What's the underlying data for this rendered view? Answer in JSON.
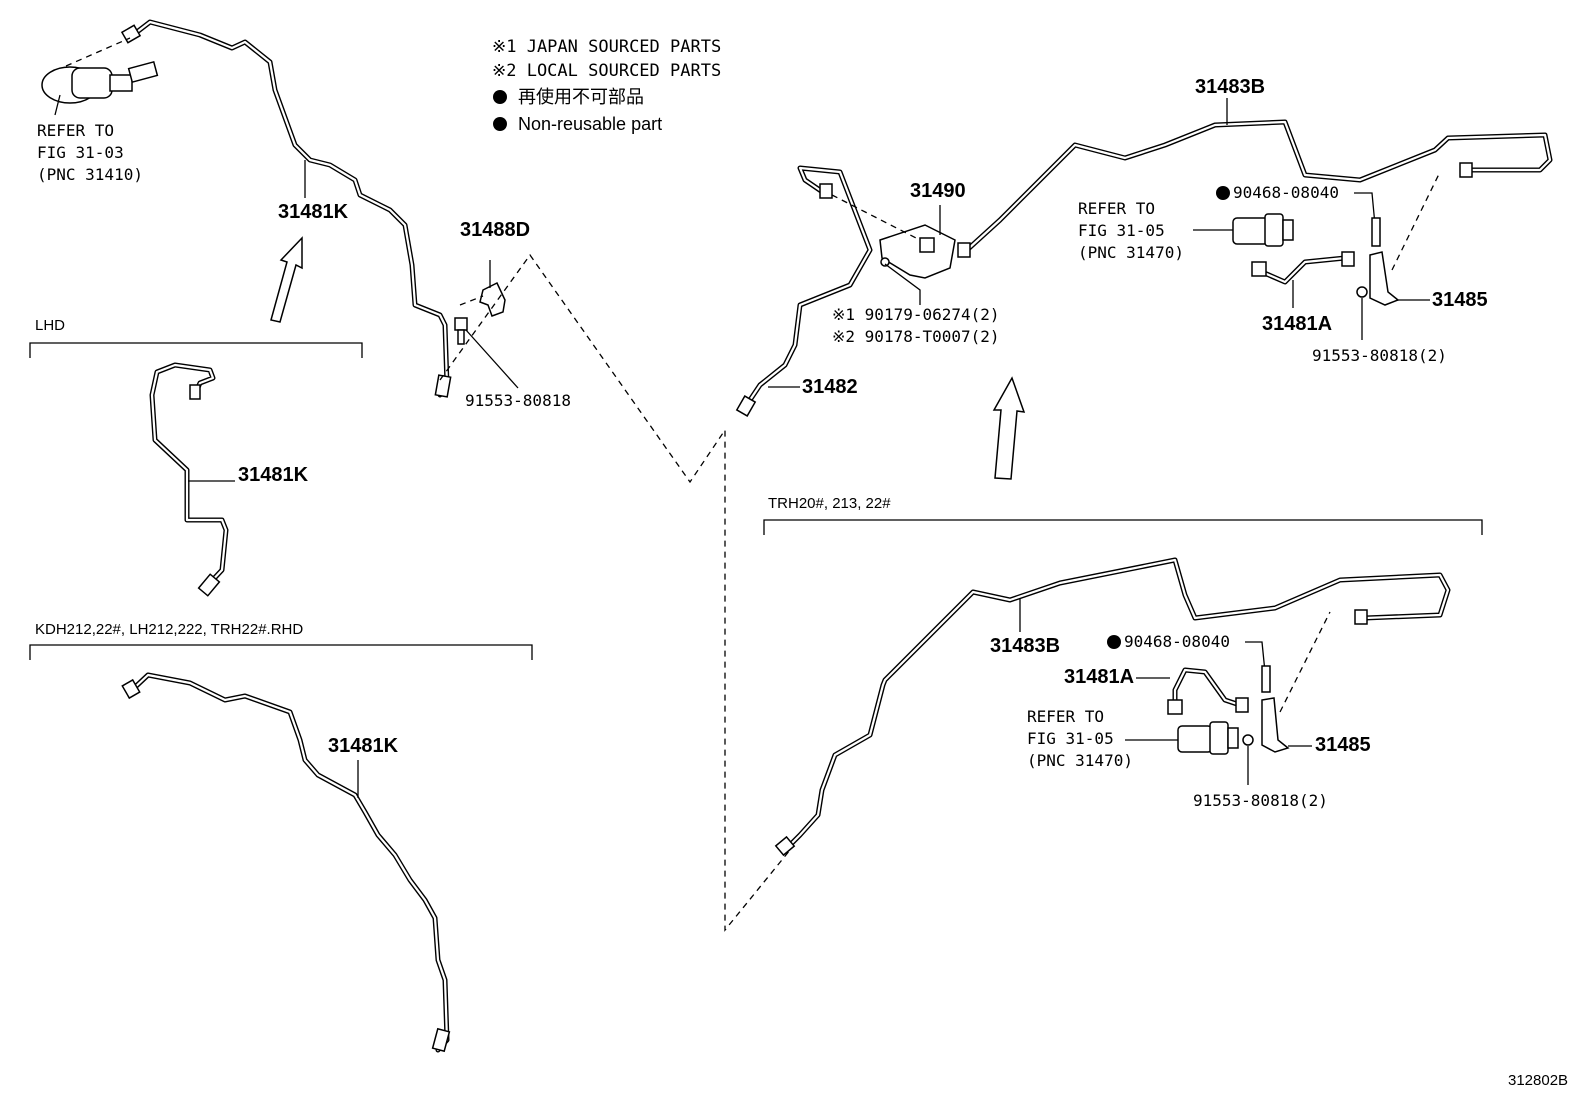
{
  "legend": {
    "japan": "※1 JAPAN SOURCED PARTS",
    "local": "※2 LOCAL SOURCED PARTS",
    "nonreusable_jp": "再使用不可部品",
    "nonreusable_en": "Non-reusable part"
  },
  "sections": {
    "lhd": "LHD",
    "rhd": "KDH212,22#, LH212,222, TRH22#.RHD",
    "trh": "TRH20#, 213, 22#"
  },
  "refs": {
    "fig_31_03": [
      "REFER TO",
      "FIG 31-03",
      "(PNC 31410)"
    ],
    "fig_31_05_a": [
      "REFER TO",
      "FIG 31-05",
      "(PNC 31470)"
    ],
    "fig_31_05_b": [
      "REFER TO",
      "FIG 31-05",
      "(PNC 31470)"
    ]
  },
  "parts": {
    "p31481K_top": "31481K",
    "p31481K_lhd": "31481K",
    "p31481K_rhd": "31481K",
    "p31488D": "31488D",
    "p91553_single": "91553-80818",
    "p31490": "31490",
    "p90179": "※1 90179-06274(2)",
    "p90178": "※2 90178-T0007(2)",
    "p31482": "31482",
    "p31483B_top": "31483B",
    "p90468_top": "90468-08040",
    "p31481A_top": "31481A",
    "p31485_top": "31485",
    "p91553_top": "91553-80818(2)",
    "p31483B_bot": "31483B",
    "p90468_bot": "90468-08040",
    "p31481A_bot": "31481A",
    "p31485_bot": "31485",
    "p91553_bot": "91553-80818(2)"
  },
  "figure_id": "312802B"
}
